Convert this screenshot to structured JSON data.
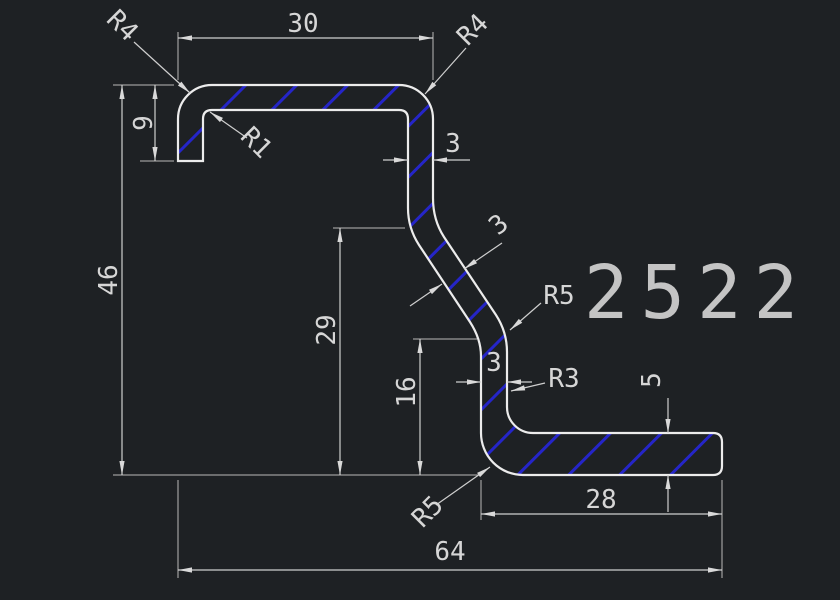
{
  "drawing": {
    "part_number": "2522",
    "dims": {
      "top_width": "30",
      "lip_depth": "9",
      "overall_height": "46",
      "web_thickness": "3",
      "diag_thickness": "3",
      "web_height": "29",
      "lower_height": "16",
      "lower_thickness": "3",
      "flange_thickness": "5",
      "flange_length": "28",
      "overall_width": "64"
    },
    "radii": {
      "top_left": "R4",
      "top_right": "R4",
      "lip_inner": "R1",
      "mid_bend": "R5",
      "flange_inner": "R3",
      "flange_outer": "R5"
    },
    "colors": {
      "background": "#1e2124",
      "profile_line": "#ececec",
      "hatch": "#2525c8",
      "dimension": "#cfcfcf"
    }
  }
}
